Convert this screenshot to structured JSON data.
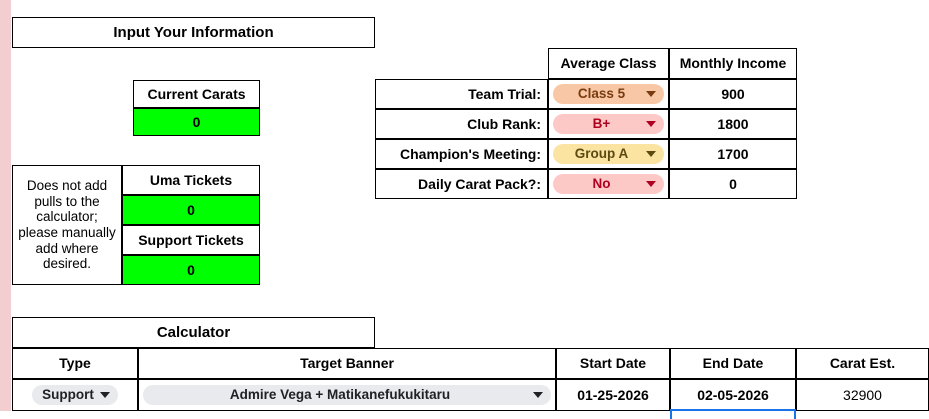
{
  "page": {
    "background": "#ffffff",
    "gutter_color": "#f2ced1",
    "green_fill": "#00ff00",
    "selection_color": "#1a73e8"
  },
  "input_section": {
    "title": "Input Your Information",
    "carats": {
      "header": "Current Carats",
      "value": "0"
    },
    "note": "Does not add pulls to the calculator; please manually add where desired.",
    "tickets": [
      {
        "header": "Uma Tickets",
        "value": "0"
      },
      {
        "header": "Support Tickets",
        "value": "0"
      }
    ]
  },
  "income_table": {
    "columns": [
      "Average Class",
      "Monthly Income"
    ],
    "rows": [
      {
        "label": "Team Trial:",
        "selection": "Class 5",
        "style": "pill-orange",
        "income": "900"
      },
      {
        "label": "Club Rank:",
        "selection": "B+",
        "style": "pill-pink",
        "income": "1800"
      },
      {
        "label": "Champion's Meeting:",
        "selection": "Group A",
        "style": "pill-yellow",
        "income": "1700"
      },
      {
        "label": "Daily Carat Pack?:",
        "selection": "No",
        "style": "pill-pink",
        "income": "0"
      }
    ]
  },
  "calculator": {
    "title": "Calculator",
    "columns": [
      "Type",
      "Target Banner",
      "Start Date",
      "End Date",
      "Carat Est."
    ],
    "rows": [
      {
        "type": "Support",
        "banner": "Admire Vega + Matikanefukukitaru",
        "start_date": "01-25-2026",
        "end_date": "02-05-2026",
        "carat_est": "32900"
      }
    ]
  },
  "icons": {
    "dropdown_caret": "caret-down-icon"
  }
}
